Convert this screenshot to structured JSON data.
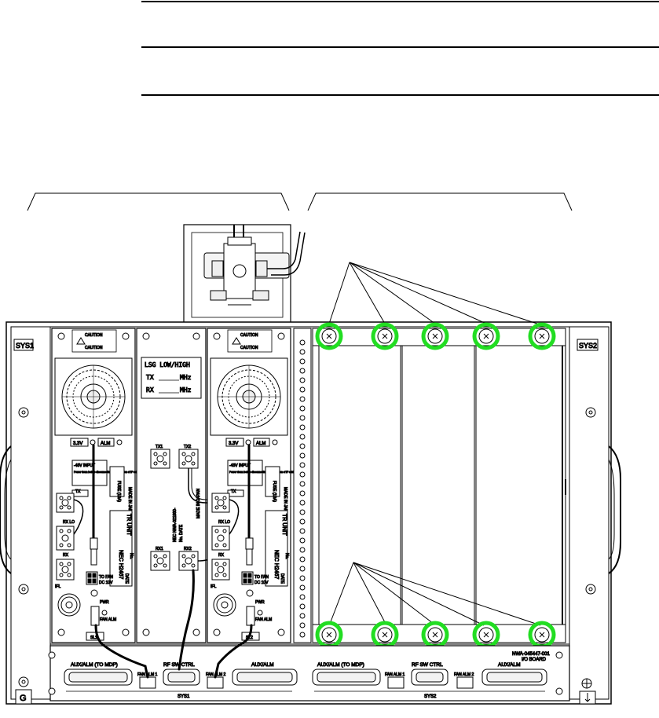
{
  "chassis": {
    "sys1_label": "SYS1",
    "sys2_label": "SYS2"
  },
  "tr_unit_1": {
    "caution_top": "CAUTION",
    "caution_mid": "CAUTION",
    "fan_label_left": "3.3V",
    "fan_label_right": "ALM",
    "input_label": "-48V INPUT",
    "input_note": "Power down before disconnection or connection of IF cable",
    "fuse_label": "FUSE (10A)",
    "made_in": "MADE IN JAPAN",
    "tx_label": "TX",
    "rx_lo_label": "RX LO",
    "rx_label": "RX",
    "model_label": "NEC H2467",
    "unit_label": "TR UNIT",
    "no_label": "No.",
    "date_label": "DATE",
    "tofan_label": "TO FAN",
    "dc_label": "DC 10V",
    "ifl_label": "IFL",
    "pwr_label": "PWR",
    "fan_alm_label": "FAN ALM",
    "slot_tag": "SL1"
  },
  "center_unit": {
    "lsg_label": "LSG LOW/HIGH",
    "tx_label": "TX",
    "rx_label": "RX",
    "mhz_tx": "MHz",
    "mhz_rx": "MHz",
    "tx1": "TX1",
    "tx2": "TX2",
    "rx1": "RX1",
    "rx2": "RX2",
    "vertical_1": "NEC NWA-021880-",
    "vertical_2": "No. DATE",
    "vertical_3": "MADE IN JAPAN"
  },
  "tr_unit_2": {
    "caution_top": "CAUTION",
    "caution_mid": "CAUTION",
    "fan_label_left": "3.3V",
    "fan_label_right": "ALM",
    "input_label": "-48V INPUT",
    "input_note": "Power down before disconnection or connection of IF cable",
    "fuse_label": "FUSE (10A)",
    "made_in": "MADE IN JAPAN",
    "tx_label": "TX",
    "rx_lo_label": "RX LO",
    "rx_label": "RX",
    "model_label": "NEC H2467",
    "unit_label": "TR UNIT",
    "no_label": "No.",
    "date_label": "DATE",
    "tofan_label": "TO FAN",
    "dc_label": "DC 10V",
    "ifl_label": "IFL",
    "pwr_label": "PWR",
    "fan_alm_label": "FAN ALM",
    "slot_tag": "SL2"
  },
  "io_board": {
    "part_no": "NWA-045447-001",
    "title": "I/O BOARD",
    "sys1": {
      "aux": "AUX/ALM (TO MDP)",
      "fan_alm_1": "FAN ALM 1",
      "rf_sw": "RF SW CTRL",
      "fan_alm_2": "FAN ALM 2",
      "aux_alm": "AUX/ALM",
      "label": "SYS1"
    },
    "sys2": {
      "aux": "AUX/ALM (TO MDP)",
      "fan_alm_1": "FAN ALM 1",
      "rf_sw": "RF SW CTRL",
      "fan_alm_2": "FAN ALM 2",
      "aux_alm": "AUX/ALM",
      "label": "SYS2"
    }
  },
  "corner": {
    "left_letter": "G"
  },
  "colors": {
    "highlight": "#22dd22",
    "line": "#000000",
    "panel": "#ffffff",
    "shade": "#d9d9d9"
  }
}
